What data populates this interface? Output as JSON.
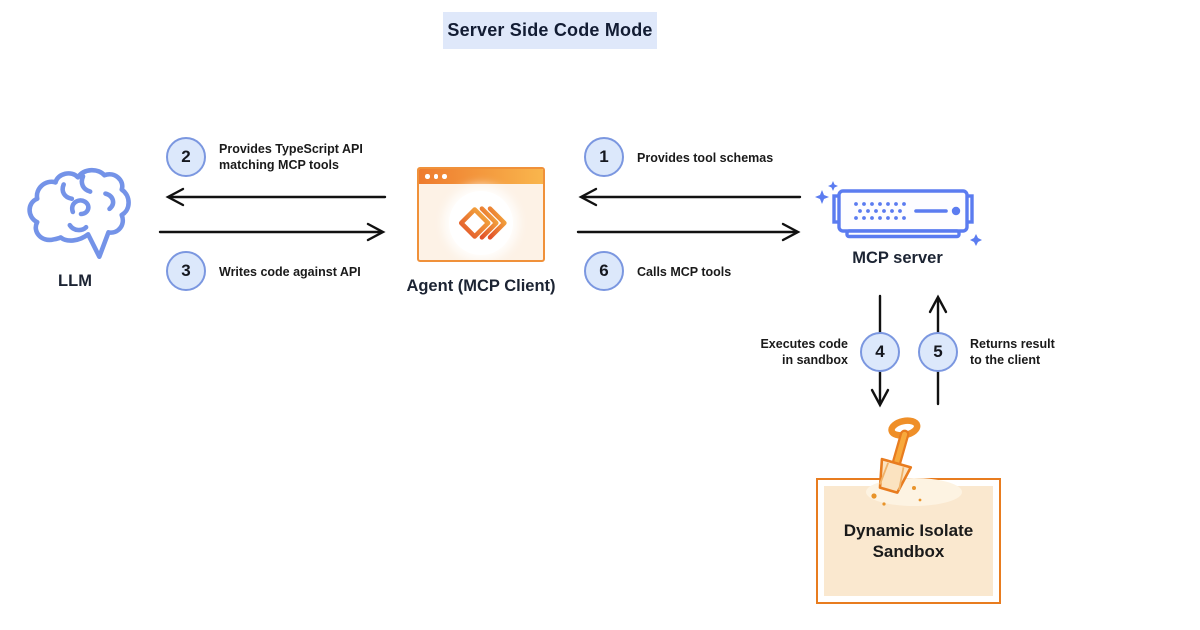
{
  "title": "Server Side Code Mode",
  "nodes": {
    "llm": {
      "label": "LLM"
    },
    "agent": {
      "label": "Agent (MCP Client)"
    },
    "server": {
      "label": "MCP server"
    },
    "sandbox": {
      "line1": "Dynamic Isolate",
      "line2": "Sandbox"
    }
  },
  "steps": [
    {
      "num": "1",
      "line1": "Provides tool schemas"
    },
    {
      "num": "2",
      "line1": "Provides TypeScript API",
      "line2": "matching MCP tools"
    },
    {
      "num": "3",
      "line1": "Writes code against API"
    },
    {
      "num": "4",
      "line1": "Executes code",
      "line2": "in sandbox"
    },
    {
      "num": "5",
      "line1": "Returns result",
      "line2": "to the client"
    },
    {
      "num": "6",
      "line1": "Calls MCP tools"
    }
  ],
  "colors": {
    "title_background": "#dfe8fa",
    "step_circle_fill": "#dce8fb",
    "step_circle_border": "#7b97e0",
    "icon_blue": "#7493e8",
    "server_blue": "#5b7cf0",
    "agent_orange": "#ee7b2e",
    "agent_amber": "#f9b64d",
    "sandbox_border": "#e87c1f",
    "sandbox_fill": "#fae8cf",
    "arrow_black": "#111111"
  }
}
